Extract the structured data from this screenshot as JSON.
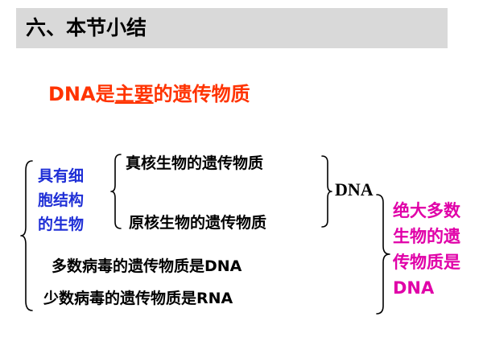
{
  "section": {
    "title": "六、本节小结"
  },
  "headline": {
    "prefix": "DNA是",
    "underlined": "主要",
    "suffix": "的遗传物质"
  },
  "cellular": {
    "label_lines": [
      "具有细",
      "胞结构",
      "的生物"
    ],
    "eukaryote": "真核生物的遗传物质",
    "prokaryote": "原核生物的遗传物质",
    "result": "DNA"
  },
  "viruses": {
    "most": "多数病毒的遗传物质是DNA",
    "few": "少数病毒的遗传物质是RNA"
  },
  "conclusion": {
    "lines": [
      "绝大多数",
      "生物的遗",
      "传物质是",
      "DNA"
    ]
  },
  "colors": {
    "headline": "#ff3300",
    "cellular_label": "#1f2fd6",
    "conclusion": "#e000a8",
    "title_bar": "#d9d9d9"
  }
}
